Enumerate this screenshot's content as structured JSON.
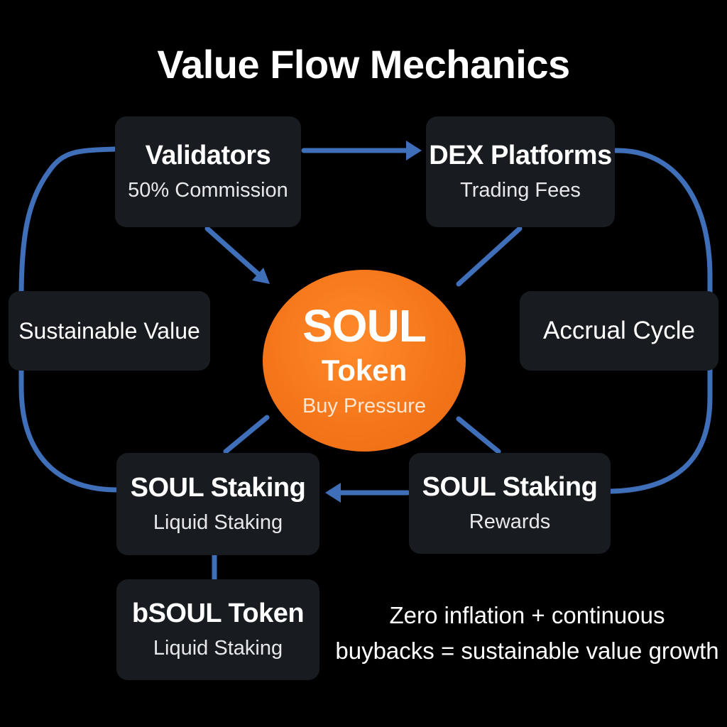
{
  "title": "Value Flow Mechanics",
  "center": {
    "line1": "SOUL",
    "line2": "Token",
    "line3": "Buy Pressure"
  },
  "nodes": {
    "validators": {
      "title": "Validators",
      "subtitle": "50% Commission"
    },
    "dex": {
      "title": "DEX Platforms",
      "subtitle": "Trading Fees"
    },
    "sustainable": {
      "label": "Sustainable Value"
    },
    "accrual": {
      "label": "Accrual Cycle"
    },
    "staking_left": {
      "title": "SOUL Staking",
      "subtitle": "Liquid Staking"
    },
    "staking_right": {
      "title": "SOUL Staking",
      "subtitle": "Rewards"
    },
    "bsoul": {
      "title": "bSOUL Token",
      "subtitle": "Liquid Staking"
    }
  },
  "tagline": {
    "line1": "Zero inflation + continuous",
    "line2": "buybacks = sustainable value growth"
  },
  "colors": {
    "background": "#000000",
    "node_fill": "#181b20",
    "connector": "#3e6fb8",
    "center_orange": "#f5761a"
  }
}
